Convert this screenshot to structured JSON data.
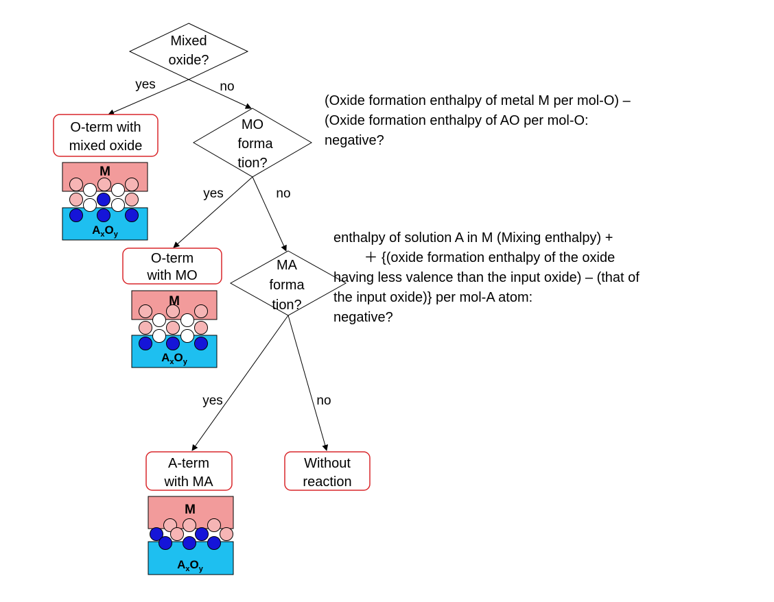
{
  "colors": {
    "line": "#000000",
    "outcome_border": "#d9262a",
    "metal_fill": "#f29b9b",
    "metal_atom": "#f6b5b5",
    "oxide_fill": "#1ebff0",
    "a_atom": "#1515d8",
    "o_atom": "#ffffff"
  },
  "decisions": {
    "mixed_oxide": [
      "Mixed",
      "oxide?"
    ],
    "mo_formation": [
      "MO",
      "forma",
      "tion?"
    ],
    "ma_formation": [
      "MA",
      "forma",
      "tion?"
    ]
  },
  "edges": {
    "mixed_yes": "yes",
    "mixed_no": "no",
    "mo_yes": "yes",
    "mo_no": "no",
    "ma_yes": "yes",
    "ma_no": "no"
  },
  "outcomes": {
    "o_term_mixed": [
      "O-term with",
      "mixed oxide"
    ],
    "o_term_mo": [
      "O-term",
      "with MO"
    ],
    "a_term_ma": [
      "A-term",
      "with MA"
    ],
    "without_reaction": [
      "Without",
      "reaction"
    ]
  },
  "schematic": {
    "metal_label": "M",
    "oxide_main": "A",
    "oxide_sub1": "x",
    "oxide_mid": "O",
    "oxide_sub2": "y"
  },
  "notes": {
    "mo_criterion": "(Oxide formation enthalpy of metal M per mol-O) –\n(Oxide formation enthalpy of AO per mol-O:\nnegative?",
    "ma_criterion": "enthalpy of solution A in M (Mixing enthalpy) +\n        ＋ {(oxide formation enthalpy of the oxide\nhaving less valence than the input oxide) – (that of\nthe input oxide)} per mol-A atom:\nnegative?"
  }
}
